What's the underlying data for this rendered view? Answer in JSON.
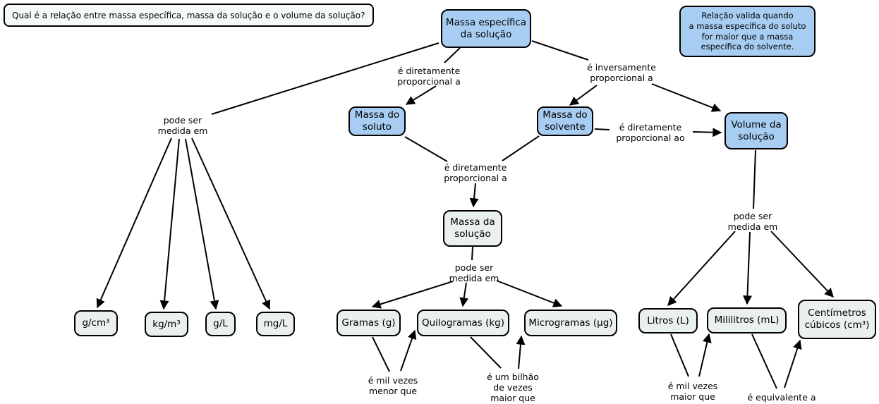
{
  "question": {
    "text": "Qual é a relação entre massa específica, massa da solução e o volume da solução?"
  },
  "note": {
    "text": "Relação valida quando\na massa específica do soluto\nfor maior que a massa\nespecífica do solvente."
  },
  "nodes": {
    "massa_especifica": {
      "label": "Massa específica\nda solução"
    },
    "massa_soluto": {
      "label": "Massa do\nsoluto"
    },
    "massa_solvente": {
      "label": "Massa do\nsolvente"
    },
    "volume_solucao": {
      "label": "Volume da\nsolução"
    },
    "massa_solucao": {
      "label": "Massa da\nsolução"
    },
    "g_cm3": {
      "label": "g/cm³"
    },
    "kg_m3": {
      "label": "kg/m³"
    },
    "g_l": {
      "label": "g/L"
    },
    "mg_l": {
      "label": "mg/L"
    },
    "gramas": {
      "label": "Gramas (g)"
    },
    "quilogramas": {
      "label": "Quilogramas (kg)"
    },
    "microgramas": {
      "label": "Microgramas (µg)"
    },
    "litros": {
      "label": "Litros (L)"
    },
    "mililitros": {
      "label": "Mililitros (mL)"
    },
    "cm_cubicos": {
      "label": "Centímetros\ncúbicos (cm³)"
    }
  },
  "edge_labels": {
    "diretamente_1": "é diretamente\nproporcional a",
    "inversamente": "é inversamente\nproporcional a",
    "pode_ser_medida_left": "pode ser\nmedida em",
    "diretamente_ao": "é diretamente\nproporcional ao",
    "diretamente_2": "é diretamente\nproporcional a",
    "pode_ser_medida_center": "pode ser\nmedida em",
    "pode_ser_medida_right": "pode ser\nmedida em",
    "mil_vezes_menor": "é mil vezes\nmenor que",
    "bilhao_maior": "é um bilhão\nde vezes\nmaior que",
    "mil_vezes_maior": "é mil vezes\nmaior que",
    "equivalente": "é equivalente a"
  },
  "colors": {
    "concept_fill": "#a7cdf2",
    "unit_fill": "#eaf0ee",
    "border": "#000000",
    "background": "#ffffff"
  }
}
